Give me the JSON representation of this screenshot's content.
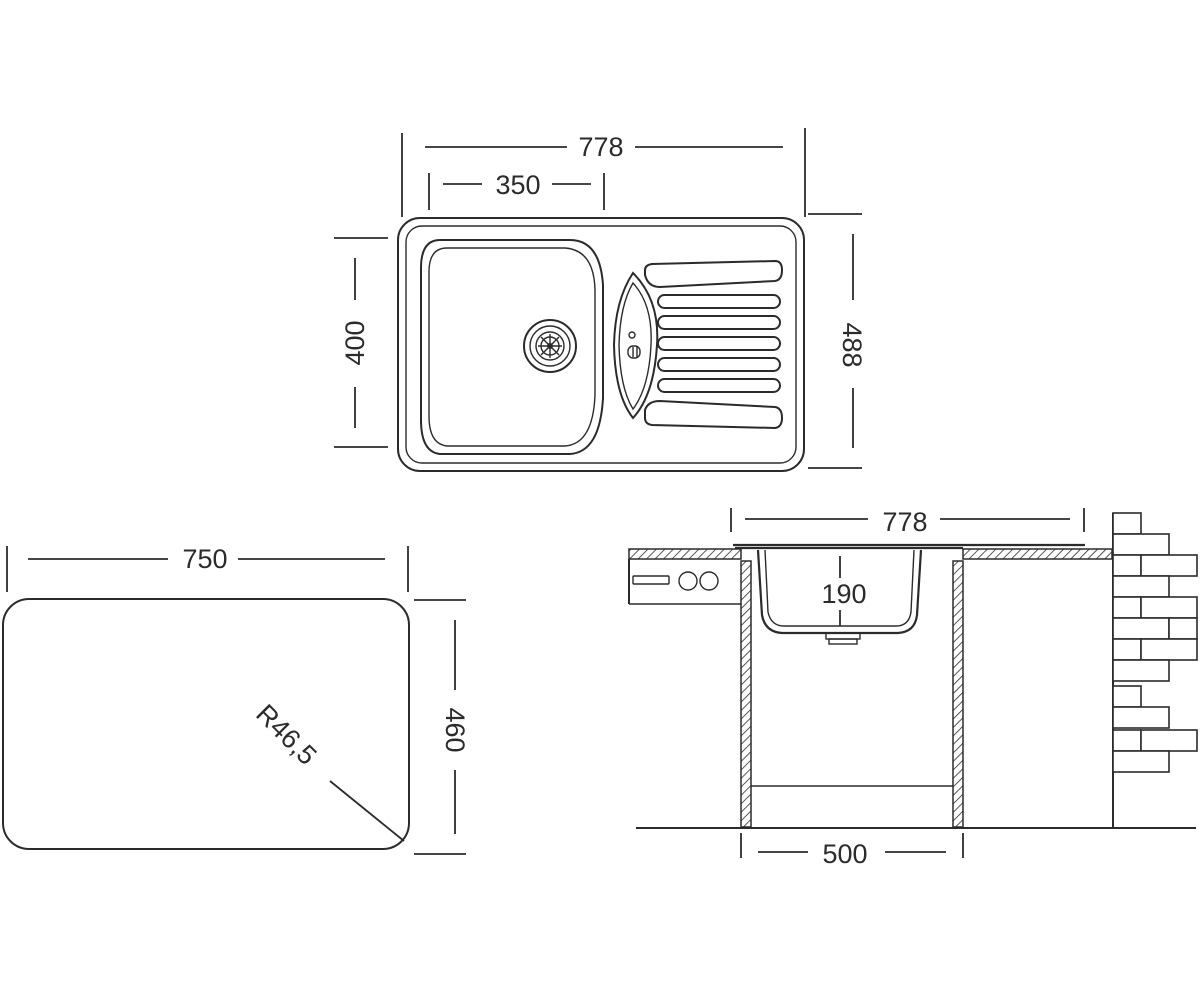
{
  "top_view": {
    "overall_width": "778",
    "bowl_width": "350",
    "bowl_depth": "400",
    "overall_depth": "488"
  },
  "cutout": {
    "width": "750",
    "depth": "460",
    "corner_radius": "R46,5"
  },
  "section": {
    "overall_width": "778",
    "bowl_height": "190",
    "cabinet_width": "500"
  },
  "colors": {
    "line": "#2b2b2b",
    "background": "#ffffff"
  }
}
